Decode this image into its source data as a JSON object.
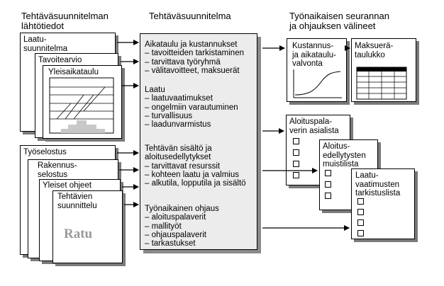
{
  "headers": {
    "left": "Tehtäväsuunnitelman\nlähtötiedot",
    "middle": "Tehtäväsuunnitelma",
    "right": "Työnaikaisen seurannan\nja ohjauksen välineet"
  },
  "left_stack_top": {
    "laatu": "Laatu-\nsuunnitelma",
    "tavoite": "Tavoitearvio",
    "yleis": "Yleisaikataulu"
  },
  "left_stack_bottom": {
    "tyoselostus": "Työselostus",
    "rakennus": "Rakennus-\nselostus",
    "yleiset": "Yleiset ohjeet",
    "tehtavien": "Tehtävien\nsuunnittelu",
    "ratu": "Ratu"
  },
  "middle_sections": {
    "s1": "Aikataulu ja kustannukset\n– tavoitteiden tarkistaminen\n– tarvittava työryhmä\n– välitavoitteet, maksuerät",
    "s2": "Laatu\n– laatuvaatimukset\n– ongelmiin varautuminen\n– turvallisuus\n– laadunvarmistus",
    "s3": "Tehtävän sisältö ja\naloitusedellytykset\n– tarvittavat resurssit\n– kohteen laatu ja valmius\n– alkutila, lopputila ja sisältö",
    "s4": "Työnaikainen ohjaus\n– aloituspalaverit\n– mallityöt\n– ohjauspalaverit\n– tarkastukset"
  },
  "right_tools": {
    "kustannus": "Kustannus-\nja aikataulu-\nvalvonta",
    "maksuera": "Maksuerä-\ntaulukko",
    "aloituspala": "Aloituspala-\nverin asialista",
    "aloitusedell": "Aloitus-\nedellytysten\nmuistilista",
    "laatuvaat": "Laatu-\nvaatimusten\ntarkistuslista"
  }
}
